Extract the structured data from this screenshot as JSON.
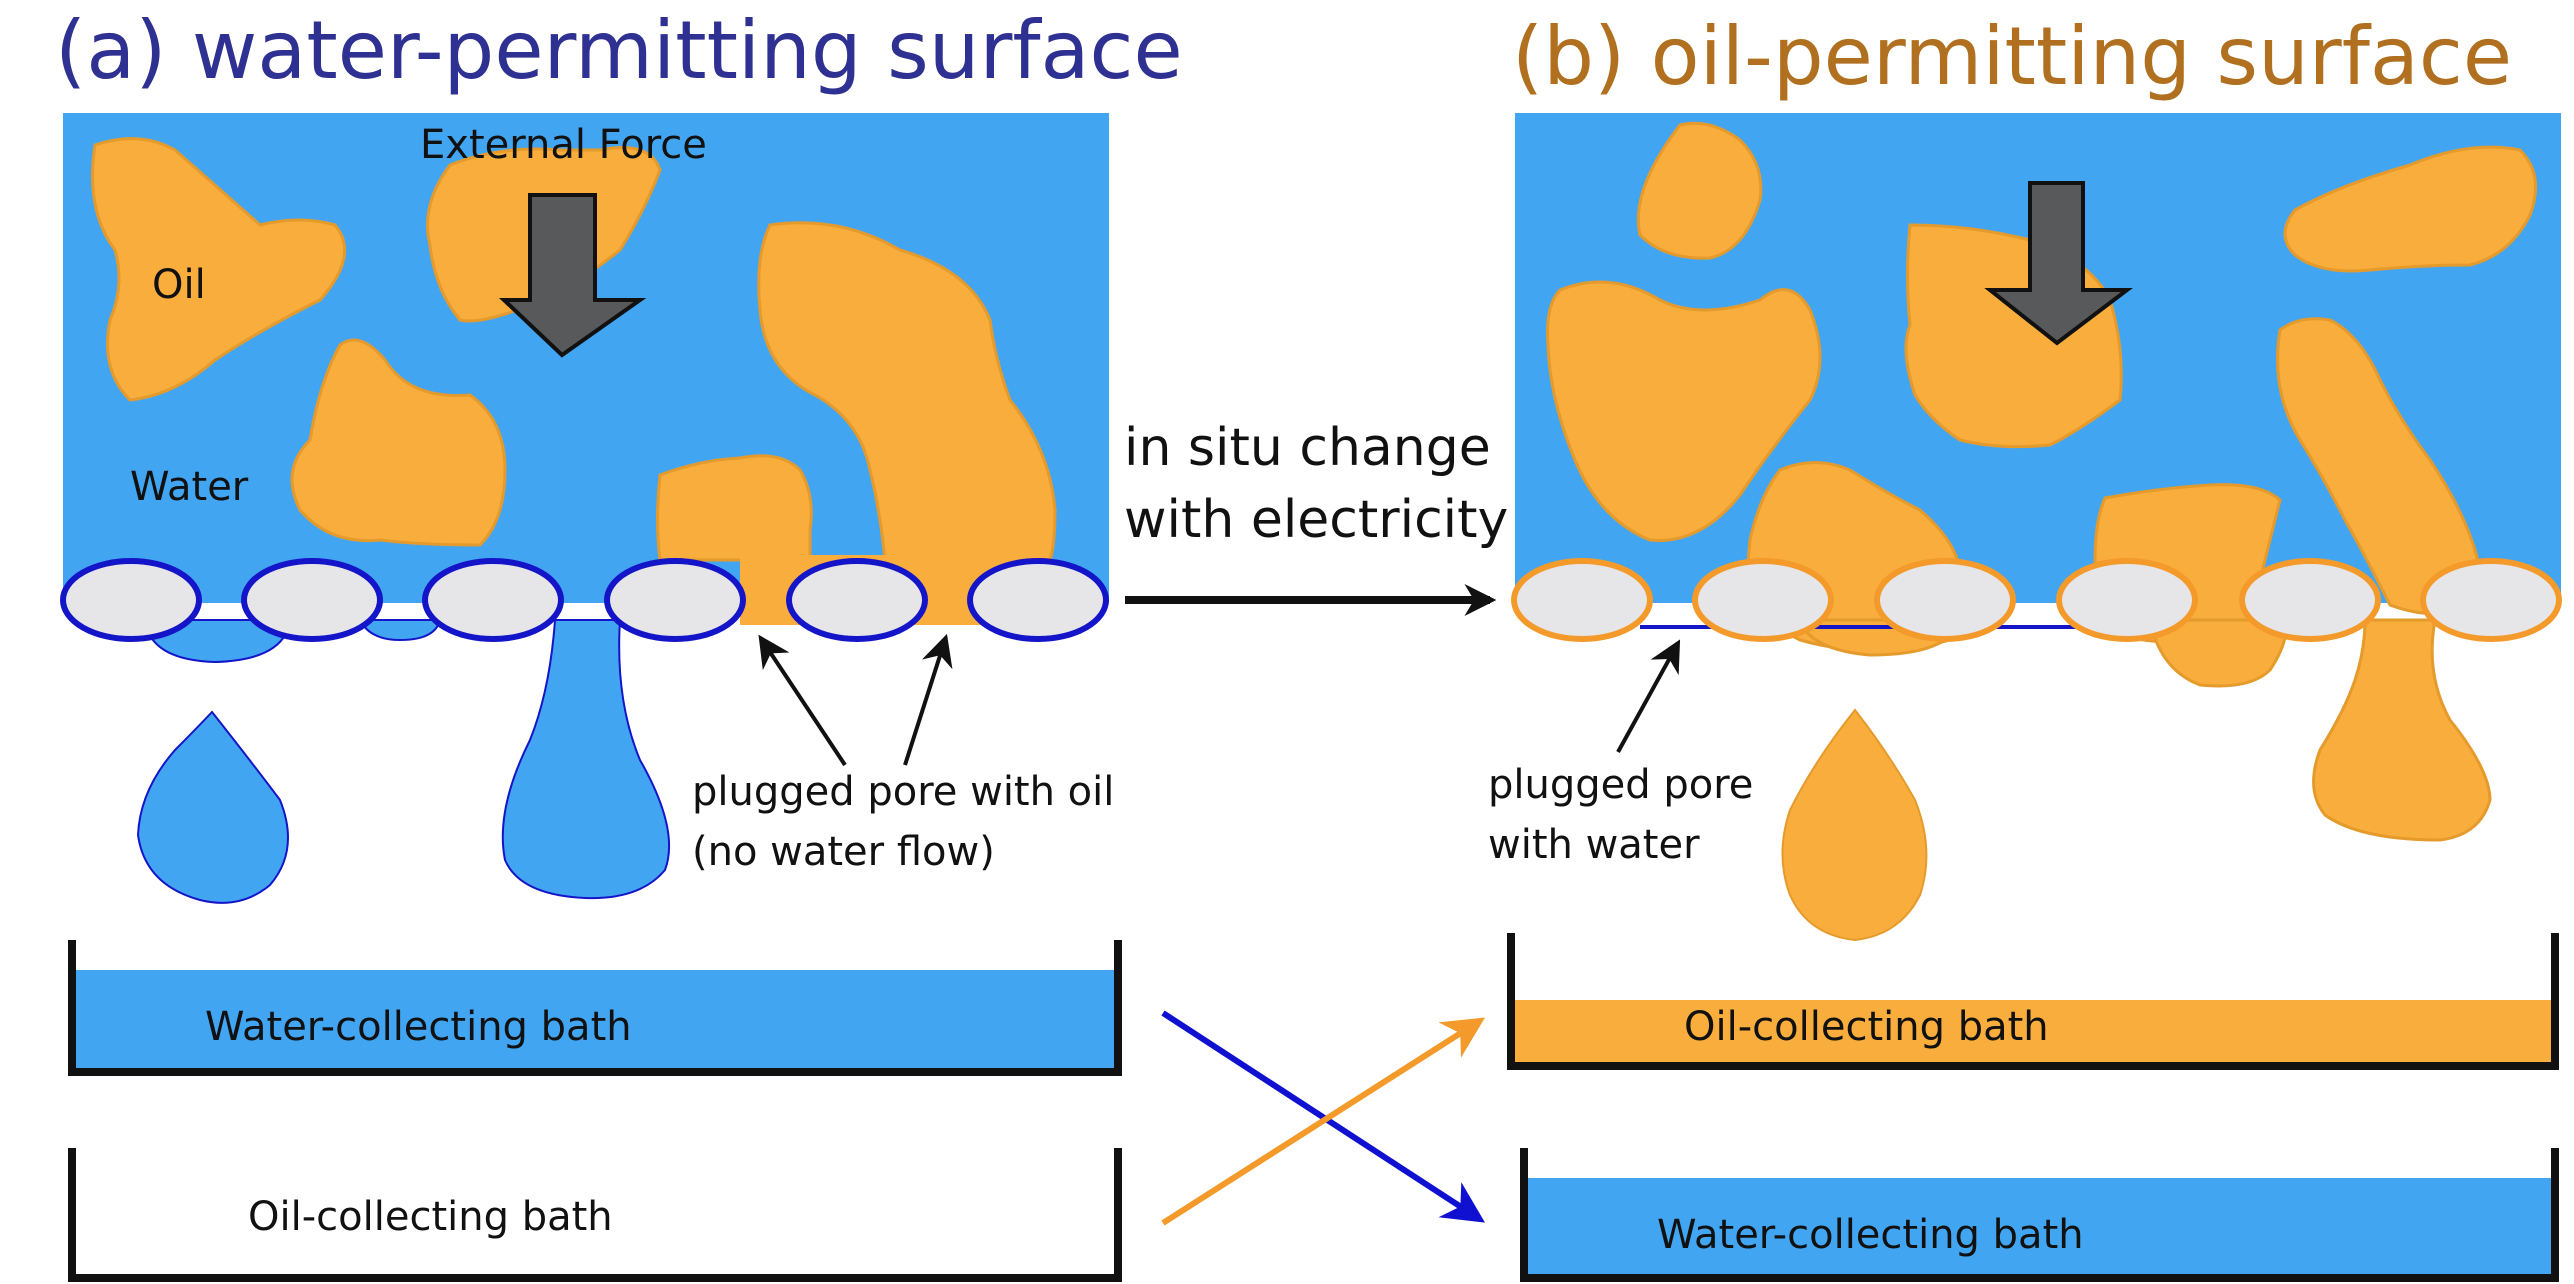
{
  "panel_a": {
    "title": "(a) water-permitting surface",
    "external_force": "External Force",
    "oil_label": "Oil",
    "water_label": "Water",
    "annotation_line1": "plugged pore with oil",
    "annotation_line2": "(no water flow)",
    "bath_top": "Water-collecting bath",
    "bath_bottom": "Oil-collecting bath"
  },
  "middle": {
    "line1": "in situ change",
    "line2": "with electricity"
  },
  "panel_b": {
    "title": "(b) oil-permitting surface",
    "annotation_line1": "plugged pore",
    "annotation_line2": "with water",
    "bath_top": "Oil-collecting bath",
    "bath_bottom": "Water-collecting bath"
  },
  "colors": {
    "water": "#42a5f2",
    "oil": "#f8ad3c",
    "oil_edge": "#e59a2c",
    "title_a": "#2e3192",
    "title_b": "#b0701f",
    "pore_fill": "#e6e6e8",
    "pore_edge_a": "#1414c8",
    "pore_edge_b": "#f39a2a",
    "force_arrow": "#58595b",
    "cross_blue": "#1010d0",
    "cross_orange": "#f39a2a"
  },
  "icons": {
    "force_a": "down-arrow-icon",
    "force_b": "down-arrow-icon",
    "transition": "right-arrow-icon"
  }
}
